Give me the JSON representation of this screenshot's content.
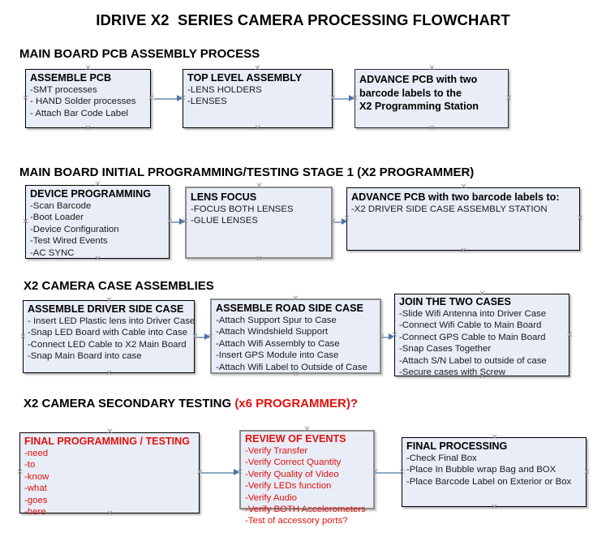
{
  "document": {
    "title": "IDRIVE X2  SERIES CAMERA PROCESSING FLOWCHART"
  },
  "colors": {
    "box_fill": "#e8edf7",
    "box_border": "#000000",
    "selected_border": "#8c8c8c",
    "arrow_line": "#8fa9c4",
    "arrow_head": "#4a72ab",
    "text": "#000000",
    "red_text": "#e1120e",
    "handle": "#9a9a9a",
    "background": "#ffffff"
  },
  "sections": [
    {
      "id": "main-board-pcb-assembly",
      "heading": "MAIN BOARD PCB ASSEMBLY PROCESS",
      "heading_red": "",
      "boxes": [
        {
          "id": "assemble-pcb",
          "title": "ASSEMBLE PCB",
          "lines": [
            "-SMT processes",
            "- HAND Solder processes",
            "- Attach Bar Code Label"
          ],
          "bold_lines": []
        },
        {
          "id": "top-level-assembly",
          "title": "TOP LEVEL ASSEMBLY",
          "lines": [
            "-LENS HOLDERS",
            "-LENSES"
          ],
          "bold_lines": []
        },
        {
          "id": "advance-pcb-to-x2-programming-station",
          "title": "",
          "lines": [],
          "bold_lines": [
            "ADVANCE PCB with two",
            "barcode labels to the",
            " X2 Programming Station"
          ]
        }
      ]
    },
    {
      "id": "main-board-initial-programming",
      "heading": "MAIN BOARD INITIAL PROGRAMMING/TESTING STAGE 1 (X2 PROGRAMMER)",
      "heading_red": "",
      "boxes": [
        {
          "id": "device-programming",
          "title": "DEVICE PROGRAMMING",
          "lines": [
            "-Scan Barcode",
            "-Boot Loader",
            "-Device Configuration",
            "-Test Wired Events",
            "-AC SYNC"
          ],
          "bold_lines": []
        },
        {
          "id": "lens-focus",
          "title": "LENS FOCUS",
          "lines": [
            "-FOCUS BOTH LENSES",
            "-GLUE LENSES"
          ],
          "bold_lines": []
        },
        {
          "id": "advance-pcb-to-driver-side-case",
          "title": "ADVANCE PCB with two barcode labels to:",
          "lines": [
            "-X2 DRIVER  SIDE  CASE  ASSEMBLY STATION"
          ],
          "bold_lines": []
        }
      ]
    },
    {
      "id": "x2-camera-case-assemblies",
      "heading": "X2 CAMERA CASE ASSEMBLIES",
      "heading_red": "",
      "boxes": [
        {
          "id": "assemble-driver-side-case",
          "title": "ASSEMBLE DRIVER SIDE CASE",
          "lines": [
            "- Insert LED Plastic lens into Driver Case",
            "-Snap LED Board with Cable into Case",
            "-Connect LED Cable to X2 Main Board",
            "-Snap Main Board into case"
          ],
          "bold_lines": []
        },
        {
          "id": "assemble-road-side-case",
          "title": "ASSEMBLE ROAD SIDE CASE",
          "lines": [
            "-Attach Support Spur to Case",
            "-Attach Windshield Support",
            "-Attach Wifi Assembly to Case",
            "-Insert GPS Module into Case",
            "-Attach Wifi Label to Outside of Case"
          ],
          "bold_lines": []
        },
        {
          "id": "join-the-two-cases",
          "title": "JOIN THE TWO CASES",
          "lines": [
            "-Slide Wifi Antenna into Driver Case",
            "-Connect Wifi Cable to Main Board",
            "-Connect GPS Cable to Main Board",
            "-Snap Cases Together",
            "-Attach S/N Label to outside of case",
            "-Secure cases with Screw"
          ],
          "bold_lines": []
        }
      ]
    },
    {
      "id": "x2-camera-secondary-testing",
      "heading": "X2 CAMERA SECONDARY TESTING ",
      "heading_red": "(x6 PROGRAMMER)?",
      "boxes": [
        {
          "id": "final-programming-testing",
          "title": "FINAL PROGRAMMING / TESTING",
          "lines": [
            "-need",
            "-to",
            "-know",
            "-what",
            "-goes",
            "-here"
          ],
          "bold_lines": []
        },
        {
          "id": "review-of-events",
          "title": "REVIEW OF EVENTS",
          "lines": [
            "-Verify Transfer",
            "-Verify Correct Quantity",
            "-Verify Quality of Video",
            "-Verify LEDs function",
            "-Verify Audio",
            "-Verify BOTH Accelerometers",
            "-Test of accessory ports?"
          ],
          "bold_lines": []
        },
        {
          "id": "final-processing",
          "title": "FINAL PROCESSING",
          "lines": [
            " -Check Final Box",
            "-Place In Bubble wrap Bag and BOX",
            "-Place Barcode Label on Exterior or Box"
          ],
          "bold_lines": []
        }
      ]
    }
  ]
}
